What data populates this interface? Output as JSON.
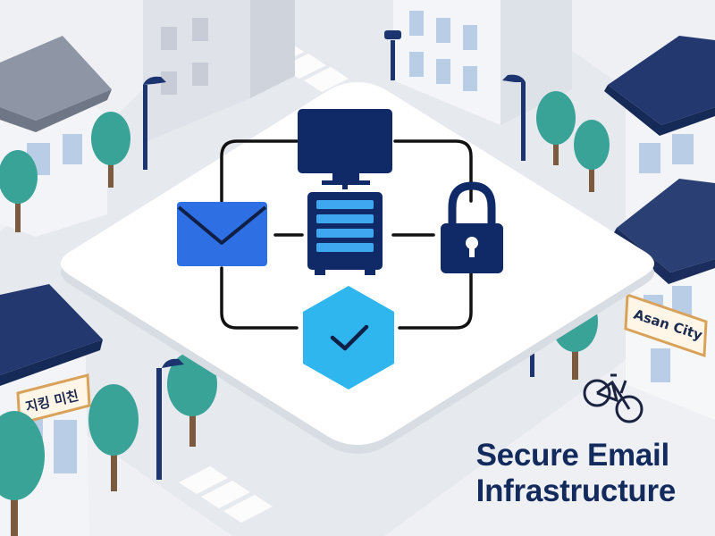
{
  "caption": {
    "line1": "Secure Email",
    "line2": "Infrastructure"
  },
  "signs": {
    "left": "지킹 미친",
    "right": "Asan City"
  },
  "icons": {
    "envelope": "envelope-icon",
    "monitor": "monitor-icon",
    "server": "server-rack-icon",
    "padlock": "padlock-icon",
    "shield": "checkmark-hexagon-icon",
    "bicycle": "bicycle-icon"
  },
  "colors": {
    "navy": "#0f2a66",
    "blue": "#2f6fe4",
    "cyan": "#2fb6ef",
    "teal": "#3aa398",
    "platform": "#ffffff",
    "background": "#eef0f4"
  }
}
